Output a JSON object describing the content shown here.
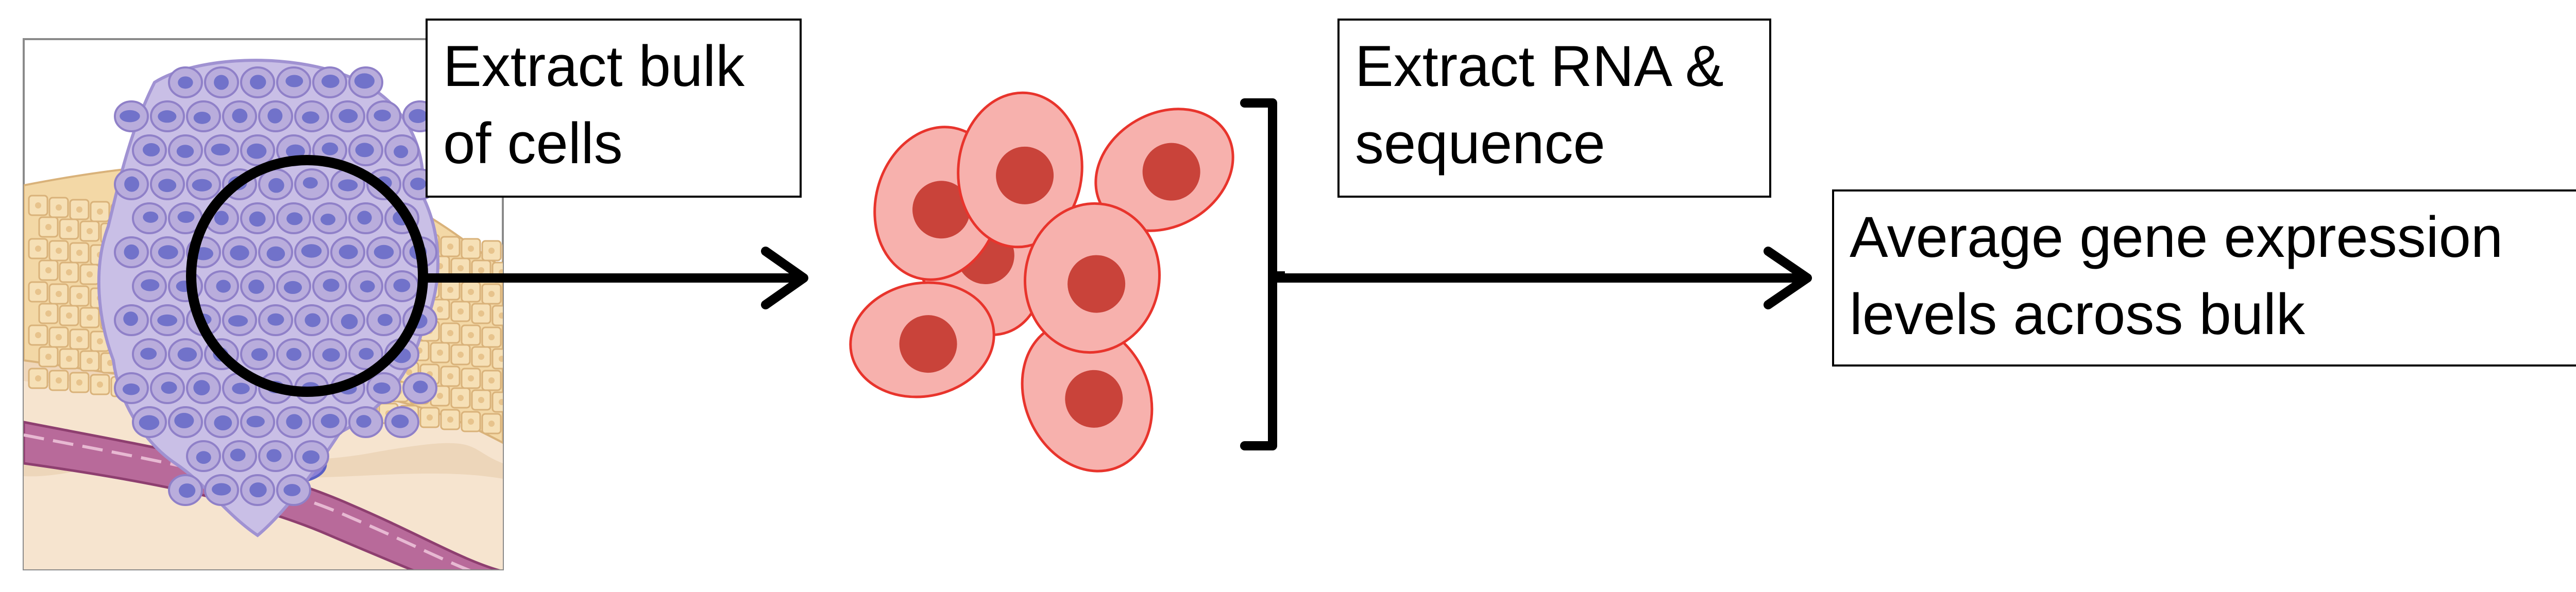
{
  "diagram": {
    "steps": [
      {
        "id": "extract-bulk",
        "lines": [
          "Extract bulk",
          "of cells"
        ]
      },
      {
        "id": "extract-rna",
        "lines": [
          "Extract RNA &",
          "sequence"
        ]
      },
      {
        "id": "average",
        "lines": [
          "Average gene expression",
          "levels across bulk"
        ]
      }
    ],
    "colors": {
      "tumor_cell_fill": "#b9addc",
      "tumor_nucleus": "#5a5fc4",
      "tissue_fill": "#f5dcaf",
      "vessel_fill": "#b86a9a",
      "cell_fill": "#f7b1ad",
      "cell_stroke": "#e8342c",
      "nucleus_fill": "#c9433a",
      "line": "#000000"
    }
  }
}
